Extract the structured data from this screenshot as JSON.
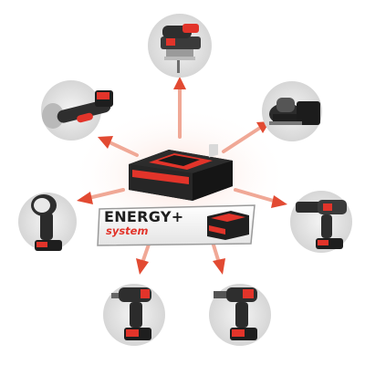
{
  "brand": {
    "title": "ENERGY+",
    "subtitle": "system",
    "accent_color": "#e2342a",
    "dark_color": "#2a2a2a"
  },
  "battery": {
    "icon": "battery-pack-icon"
  },
  "tools": [
    {
      "name": "jigsaw",
      "icon": "jigsaw-icon"
    },
    {
      "name": "orbital-sander",
      "icon": "orbital-sander-icon"
    },
    {
      "name": "rotary-hammer",
      "icon": "rotary-hammer-icon"
    },
    {
      "name": "drill-driver",
      "icon": "drill-driver-icon"
    },
    {
      "name": "impact-driver",
      "icon": "impact-driver-icon"
    },
    {
      "name": "work-light",
      "icon": "work-light-icon"
    },
    {
      "name": "angle-grinder",
      "icon": "angle-grinder-icon"
    }
  ]
}
